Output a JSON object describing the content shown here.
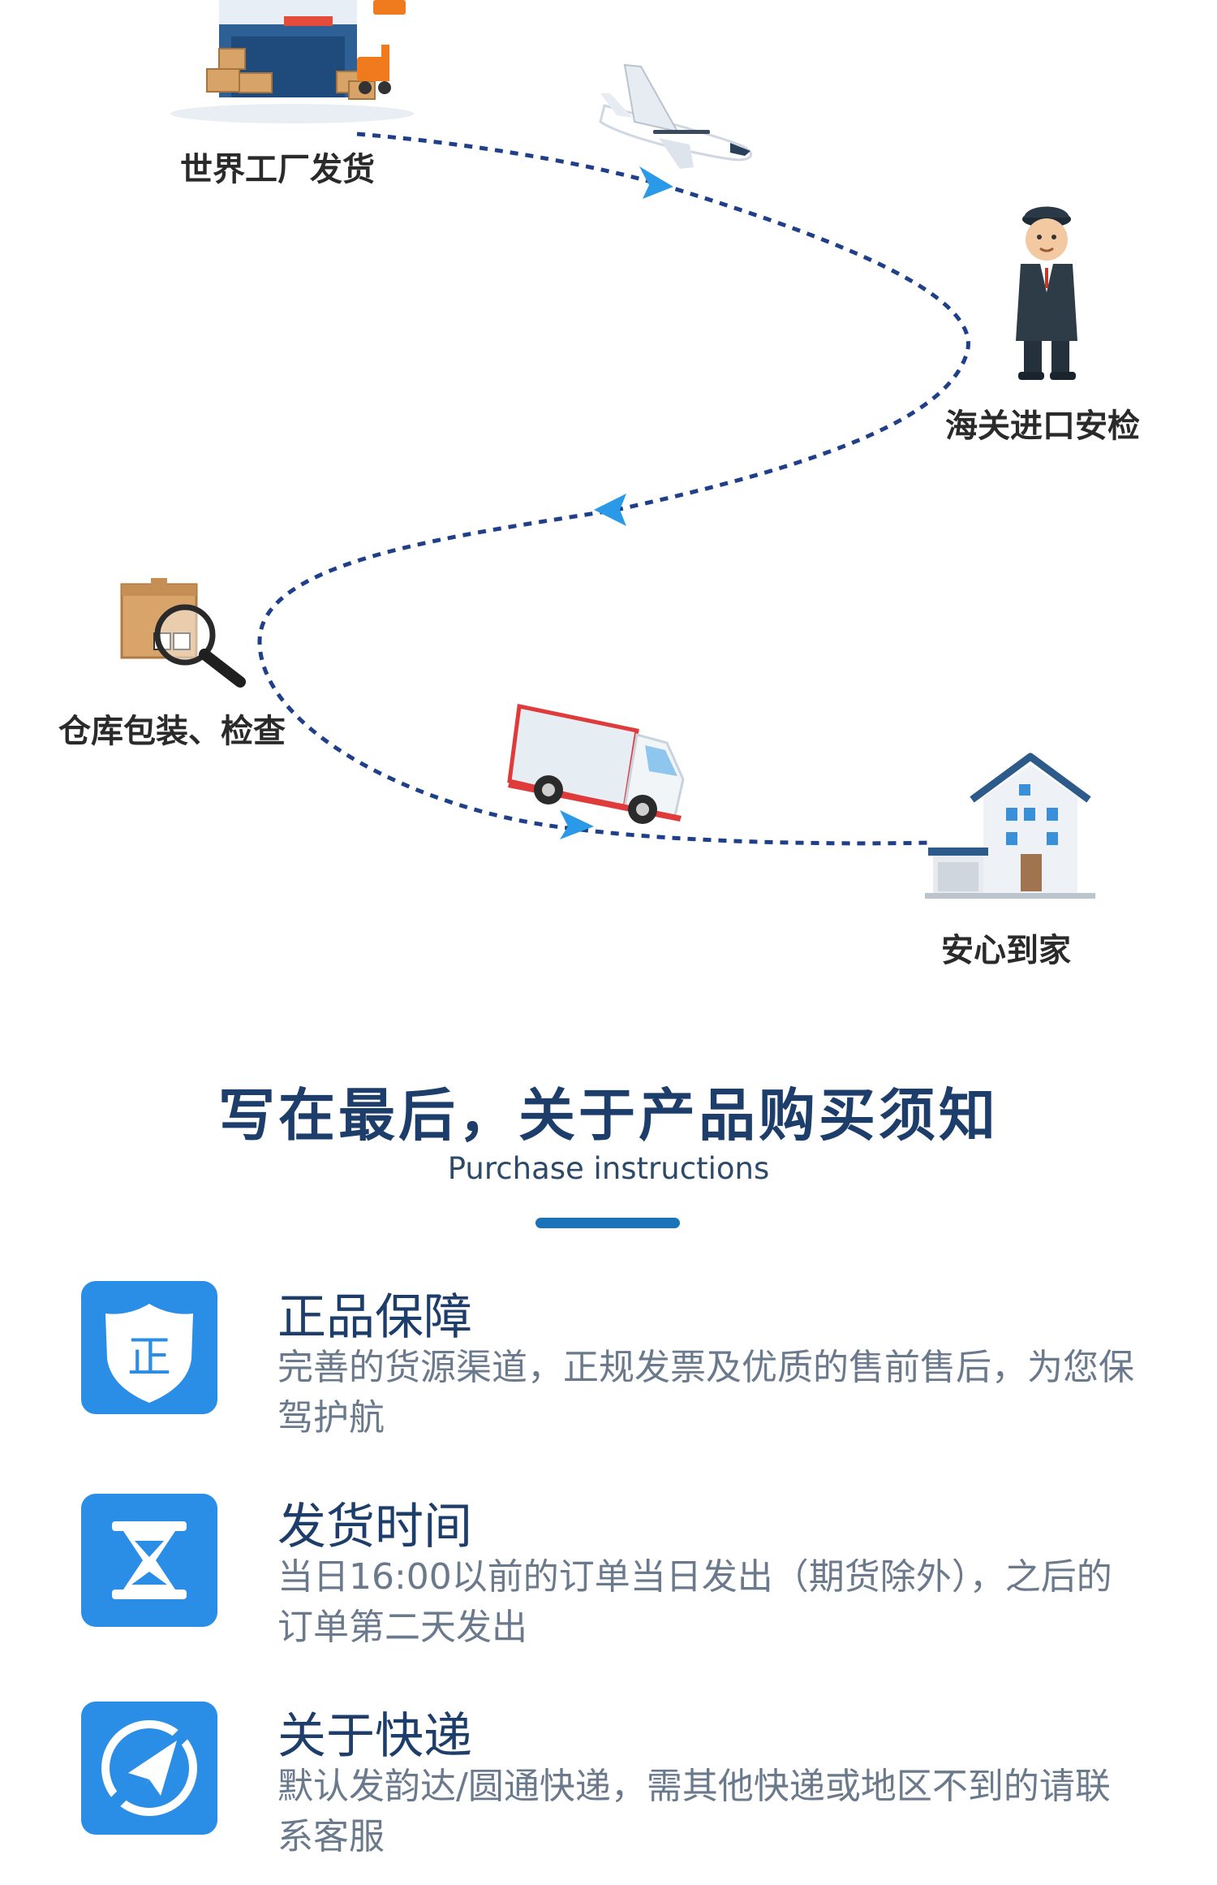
{
  "flow": {
    "steps": [
      {
        "label": "世界工厂发货"
      },
      {
        "label": "海关进口安检"
      },
      {
        "label": "仓库包装、检查"
      },
      {
        "label": "安心到家"
      }
    ],
    "colors": {
      "path": "#1f3f8a",
      "arrow": "#2a9ae8"
    }
  },
  "section": {
    "title": "写在最后，关于产品购买须知",
    "subtitle": "Purchase instructions",
    "accent": "#1a73b8"
  },
  "features": [
    {
      "icon": "shield-icon",
      "badge": "正",
      "title": "正品保障",
      "desc": "完善的货源渠道，正规发票及优质的售前售后，为您保驾护航"
    },
    {
      "icon": "hourglass-icon",
      "title": "发货时间",
      "desc": "当日16:00以前的订单当日发出（期货除外），之后的订单第二天发出"
    },
    {
      "icon": "paper-plane-icon",
      "title": "关于快递",
      "desc": "默认发韵达/圆通快递，需其他快递或地区不到的请联系客服"
    }
  ]
}
